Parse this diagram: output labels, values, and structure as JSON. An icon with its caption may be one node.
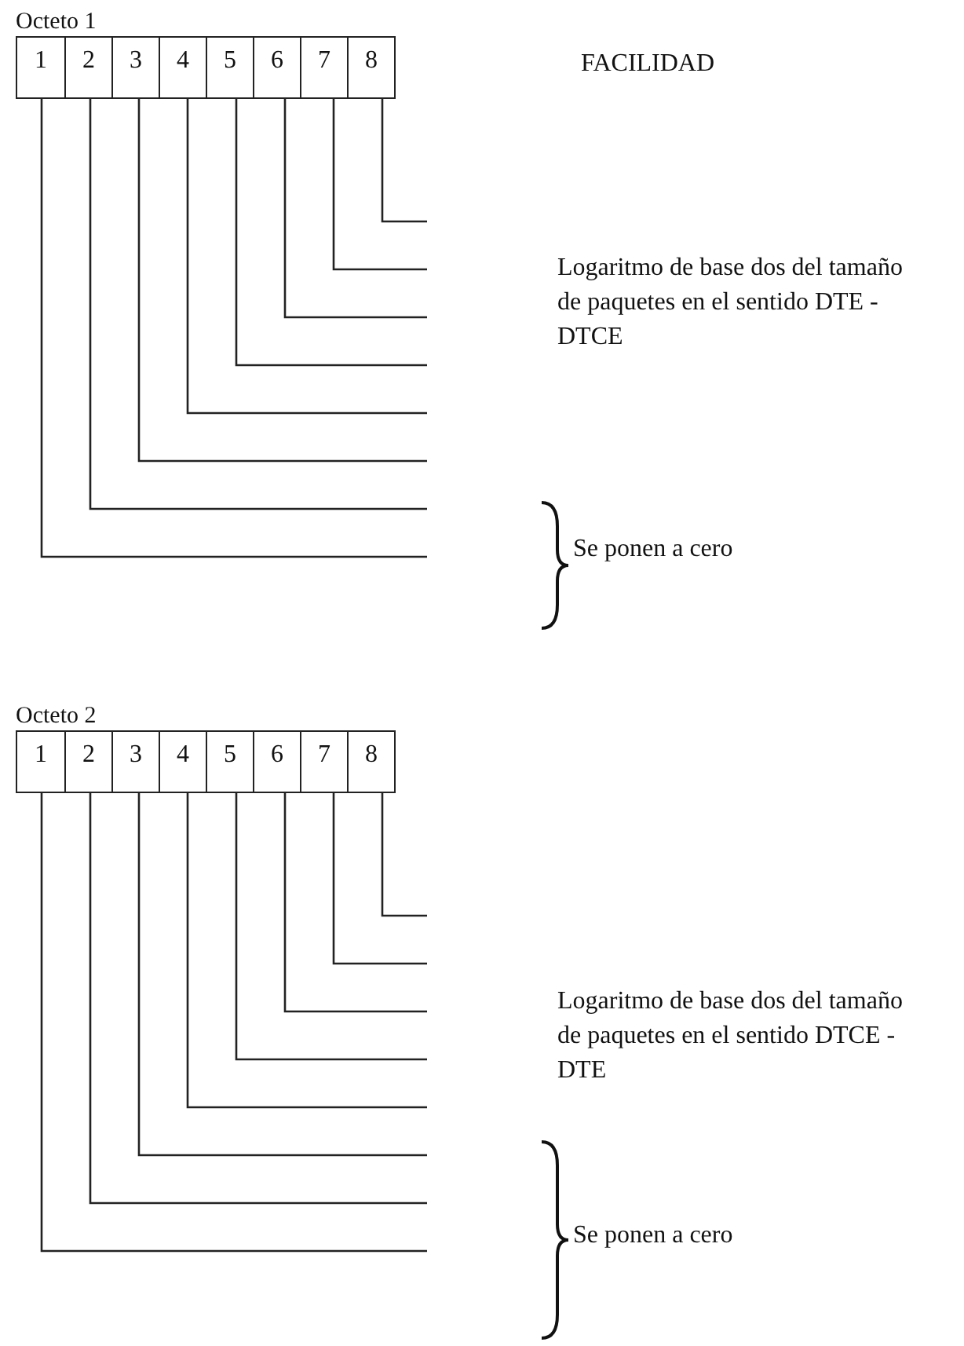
{
  "diagram": {
    "nodes": [
      {
        "text": [
          "Octeto 1"
        ]
      },
      {
        "text": [
          "1"
        ],
        "in": 0
      },
      {
        "text": [
          "2"
        ],
        "in": 0
      },
      {
        "text": [
          "3"
        ],
        "in": 0
      },
      {
        "text": [
          "4"
        ],
        "in": 0
      },
      {
        "text": [
          "5"
        ],
        "in": 0
      },
      {
        "text": [
          "6"
        ],
        "in": 0
      },
      {
        "text": [
          "7"
        ],
        "in": 0
      },
      {
        "text": [
          "8"
        ],
        "in": 0
      },
      {
        "text": [
          "Octeto 2"
        ]
      },
      {
        "text": [
          "1"
        ],
        "in": 9
      },
      {
        "text": [
          "2"
        ],
        "in": 9
      },
      {
        "text": [
          "3"
        ],
        "in": 9
      },
      {
        "text": [
          "4"
        ],
        "in": 9
      },
      {
        "text": [
          "5"
        ],
        "in": 9
      },
      {
        "text": [
          "6"
        ],
        "in": 9
      },
      {
        "text": [
          "7"
        ],
        "in": 9
      },
      {
        "text": [
          "8"
        ],
        "in": 9
      }
    ],
    "edges": [
      {
        "from": 8,
        "to": null,
        "arrow": "none"
      },
      {
        "from": 7,
        "to": null,
        "arrow": "none"
      },
      {
        "from": 6,
        "to": null,
        "arrow": "none"
      },
      {
        "from": 5,
        "to": null,
        "arrow": "none"
      },
      {
        "from": 4,
        "to": null,
        "arrow": "none"
      },
      {
        "from": 3,
        "to": null,
        "arrow": "none"
      },
      {
        "from": 2,
        "to": null,
        "arrow": "none"
      },
      {
        "from": 1,
        "to": null,
        "arrow": "none"
      },
      {
        "from": 17,
        "to": null,
        "arrow": "none"
      },
      {
        "from": 16,
        "to": null,
        "arrow": "none"
      },
      {
        "from": 15,
        "to": null,
        "arrow": "none"
      },
      {
        "from": 14,
        "to": null,
        "arrow": "none"
      },
      {
        "from": 13,
        "to": null,
        "arrow": "none"
      },
      {
        "from": 12,
        "to": null,
        "arrow": "none"
      },
      {
        "from": 11,
        "to": null,
        "arrow": "none"
      },
      {
        "from": 10,
        "to": null,
        "arrow": "none"
      }
    ],
    "labels": [
      "FACILIDAD",
      "Logaritmo de base dos del tamaño de paquetes en el sentido DTE - DTCE",
      "Se ponen a cero",
      "Logaritmo de base dos del tamaño de paquetes en el sentido DTCE - DTE",
      "Se ponen a cero"
    ]
  }
}
